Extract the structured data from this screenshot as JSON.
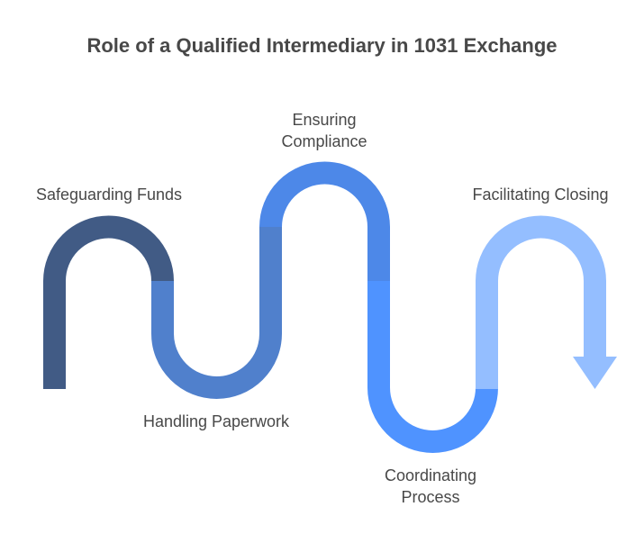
{
  "title": "Role of a Qualified Intermediary in 1031 Exchange",
  "steps": [
    {
      "label": "Safeguarding Funds",
      "color": "#415B85"
    },
    {
      "label": "Handling Paperwork",
      "color": "#5080CC"
    },
    {
      "label_line1": "Ensuring",
      "label_line2": "Compliance",
      "color": "#4D88E8"
    },
    {
      "label_line1": "Coordinating",
      "label_line2": "Process",
      "color": "#4F93FF"
    },
    {
      "label": "Facilitating Closing",
      "color": "#94BEFF"
    }
  ],
  "arrow_icon": "arrow-down-icon"
}
